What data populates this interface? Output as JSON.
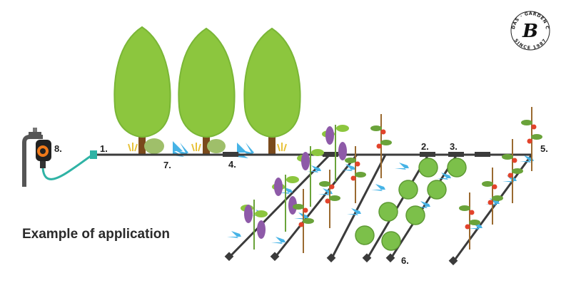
{
  "caption": "Example of application",
  "labels": {
    "l1": "1.",
    "l2": "2.",
    "l3": "3.",
    "l4": "4.",
    "l5": "5.",
    "l6": "6.",
    "l7": "7.",
    "l8": "8."
  },
  "logo": {
    "letter": "B",
    "ring_top": "BRADAS · GARDEN CARE",
    "ring_bottom": "SINCE 1987"
  },
  "colors": {
    "pipe": "#3b3b3b",
    "hose": "#2fb3a5",
    "tree_foliage": "#8cc63e",
    "tree_trunk": "#7a4a1c",
    "water_spray": "#46b3e6",
    "cabbage": "#7cc04a",
    "eggplant": "#8e5aa8",
    "tomato": "#e2432b"
  }
}
